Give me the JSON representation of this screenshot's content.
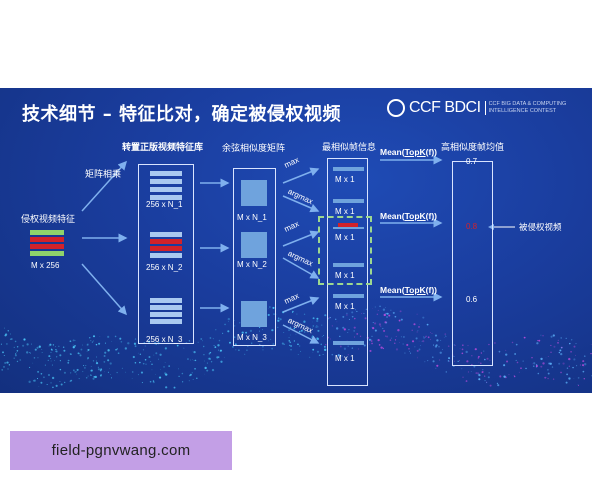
{
  "slide": {
    "title": "技术细节 – 特征比对，确定被侵权视频",
    "logo": {
      "mark": "CCF BDCI",
      "line1": "CCF BIG DATA & COMPUTING",
      "line2": "INTELLIGENCE CONTEST"
    },
    "headers": {
      "library": "转置正版视频特征库",
      "cosine": "余弦相似度矩阵",
      "most_similar": "最相似帧信息",
      "high_mean": "高相似度帧均值"
    },
    "matmul_label": "矩阵相乘",
    "query": {
      "label": "侵权视频特征",
      "dims": "M x 256"
    },
    "library_dims": [
      "256 x N_1",
      "256 x N_2",
      "256 x N_3"
    ],
    "matrix_dims": [
      "M x N_1",
      "M x N_2",
      "M x N_3"
    ],
    "op_labels": {
      "max": "max",
      "argmax": "argmax"
    },
    "vector_dims": [
      "M x 1",
      "M x 1",
      "M x 1",
      "M x 1",
      "M x 1",
      "M x 1"
    ],
    "mean_label": {
      "pre": "Mean(",
      "topk": "TopK",
      "post": "(f))"
    },
    "scores": [
      "0.7",
      "0.8",
      "0.6"
    ],
    "infringed_label": "被侵权视频",
    "colors": {
      "background": "#1a3d9e",
      "highlight": "#d2222a",
      "match": "#8fd36b"
    }
  },
  "watermark": "field-pgnvwang.com"
}
